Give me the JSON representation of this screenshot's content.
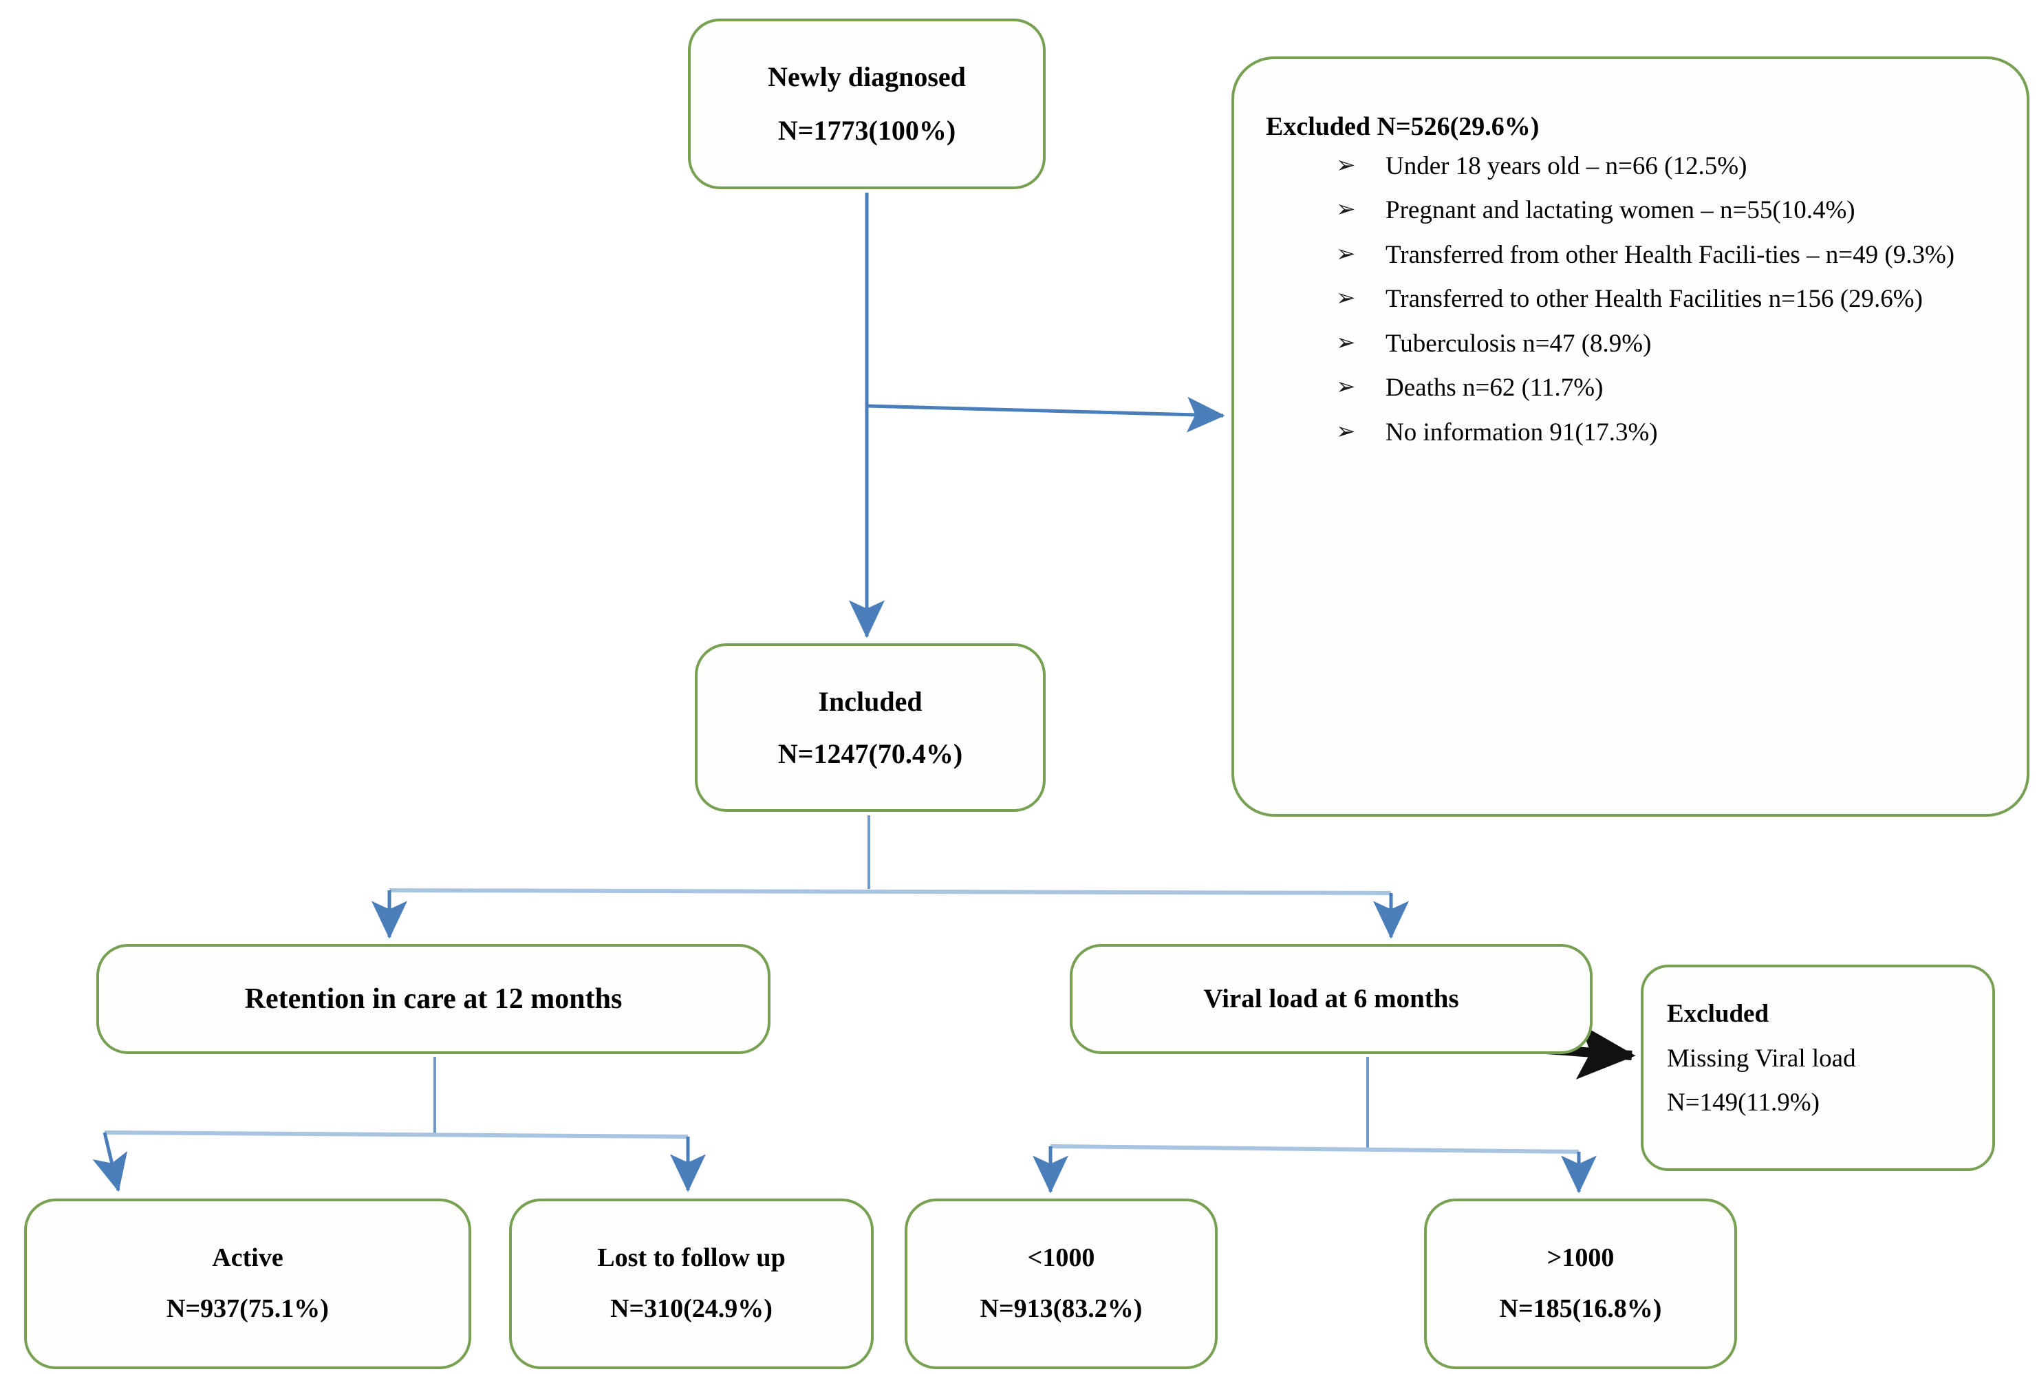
{
  "diagram": {
    "title": "Study participant flow diagram",
    "colors": {
      "box_border": "#78a052",
      "box_fill": "#fdfefb",
      "connector_blue": "#4a7ebb",
      "connector_black": "#111111",
      "text": "#000000"
    },
    "bullet_glyph": "➢"
  },
  "boxes": {
    "newly_diagnosed": {
      "label": "Newly diagnosed",
      "count": "N=1773(100%)"
    },
    "excluded_main": {
      "title": "Excluded N=526(29.6%)",
      "items": [
        "Under 18 years old – n=66 (12.5%)",
        "Pregnant and lactating women – n=55(10.4%)",
        "Transferred from other Health Facili-ties – n=49 (9.3%)",
        "Transferred to other Health Facilities n=156 (29.6%)",
        "Tuberculosis n=47 (8.9%)",
        " Deaths n=62 (11.7%)",
        "No information 91(17.3%)"
      ]
    },
    "included": {
      "label": "Included",
      "count": "N=1247(70.4%)"
    },
    "retention": {
      "label": "Retention in care at 12 months"
    },
    "viral_load": {
      "label": "Viral load at 6 months"
    },
    "excluded_viral_load": {
      "title": "Excluded",
      "reason": "Missing Viral load",
      "count": "N=149(11.9%)"
    },
    "active": {
      "label": "Active",
      "count": "N=937(75.1%)"
    },
    "lost_to_follow_up": {
      "label": "Lost to follow up",
      "count": "N=310(24.9%)"
    },
    "viral_load_low": {
      "label": "<1000",
      "count": "N=913(83.2%)"
    },
    "viral_load_high": {
      "label": ">1000",
      "count": "N=185(16.8%)"
    }
  },
  "chart_data": {
    "type": "diagram",
    "title": "Participant flow",
    "nodes": [
      {
        "id": "newly_diagnosed",
        "label": "Newly diagnosed",
        "n": 1773,
        "pct": 100.0
      },
      {
        "id": "excluded_main",
        "label": "Excluded",
        "n": 526,
        "pct": 29.6
      },
      {
        "id": "included",
        "label": "Included",
        "n": 1247,
        "pct": 70.4
      },
      {
        "id": "retention",
        "label": "Retention in care at 12 months"
      },
      {
        "id": "viral_load",
        "label": "Viral load at 6 months"
      },
      {
        "id": "excluded_viral_load",
        "label": "Excluded Missing Viral load",
        "n": 149,
        "pct": 11.9
      },
      {
        "id": "active",
        "label": "Active",
        "n": 937,
        "pct": 75.1
      },
      {
        "id": "lost_to_follow_up",
        "label": "Lost to follow up",
        "n": 310,
        "pct": 24.9
      },
      {
        "id": "viral_load_low",
        "label": "<1000",
        "n": 913,
        "pct": 83.2
      },
      {
        "id": "viral_load_high",
        "label": ">1000",
        "n": 185,
        "pct": 16.8
      }
    ],
    "exclusion_reasons": [
      {
        "reason": "Under 18 years old",
        "n": 66,
        "pct": 12.5
      },
      {
        "reason": "Pregnant and lactating women",
        "n": 55,
        "pct": 10.4
      },
      {
        "reason": "Transferred from other Health Facilities",
        "n": 49,
        "pct": 9.3
      },
      {
        "reason": "Transferred to other Health Facilities",
        "n": 156,
        "pct": 29.6
      },
      {
        "reason": "Tuberculosis",
        "n": 47,
        "pct": 8.9
      },
      {
        "reason": "Deaths",
        "n": 62,
        "pct": 11.7
      },
      {
        "reason": "No information",
        "n": 91,
        "pct": 17.3
      }
    ],
    "edges": [
      {
        "from": "newly_diagnosed",
        "to": "included"
      },
      {
        "from": "newly_diagnosed",
        "to": "excluded_main"
      },
      {
        "from": "included",
        "to": "retention"
      },
      {
        "from": "included",
        "to": "viral_load"
      },
      {
        "from": "retention",
        "to": "active"
      },
      {
        "from": "retention",
        "to": "lost_to_follow_up"
      },
      {
        "from": "viral_load",
        "to": "excluded_viral_load"
      },
      {
        "from": "viral_load",
        "to": "viral_load_low"
      },
      {
        "from": "viral_load",
        "to": "viral_load_high"
      }
    ]
  }
}
